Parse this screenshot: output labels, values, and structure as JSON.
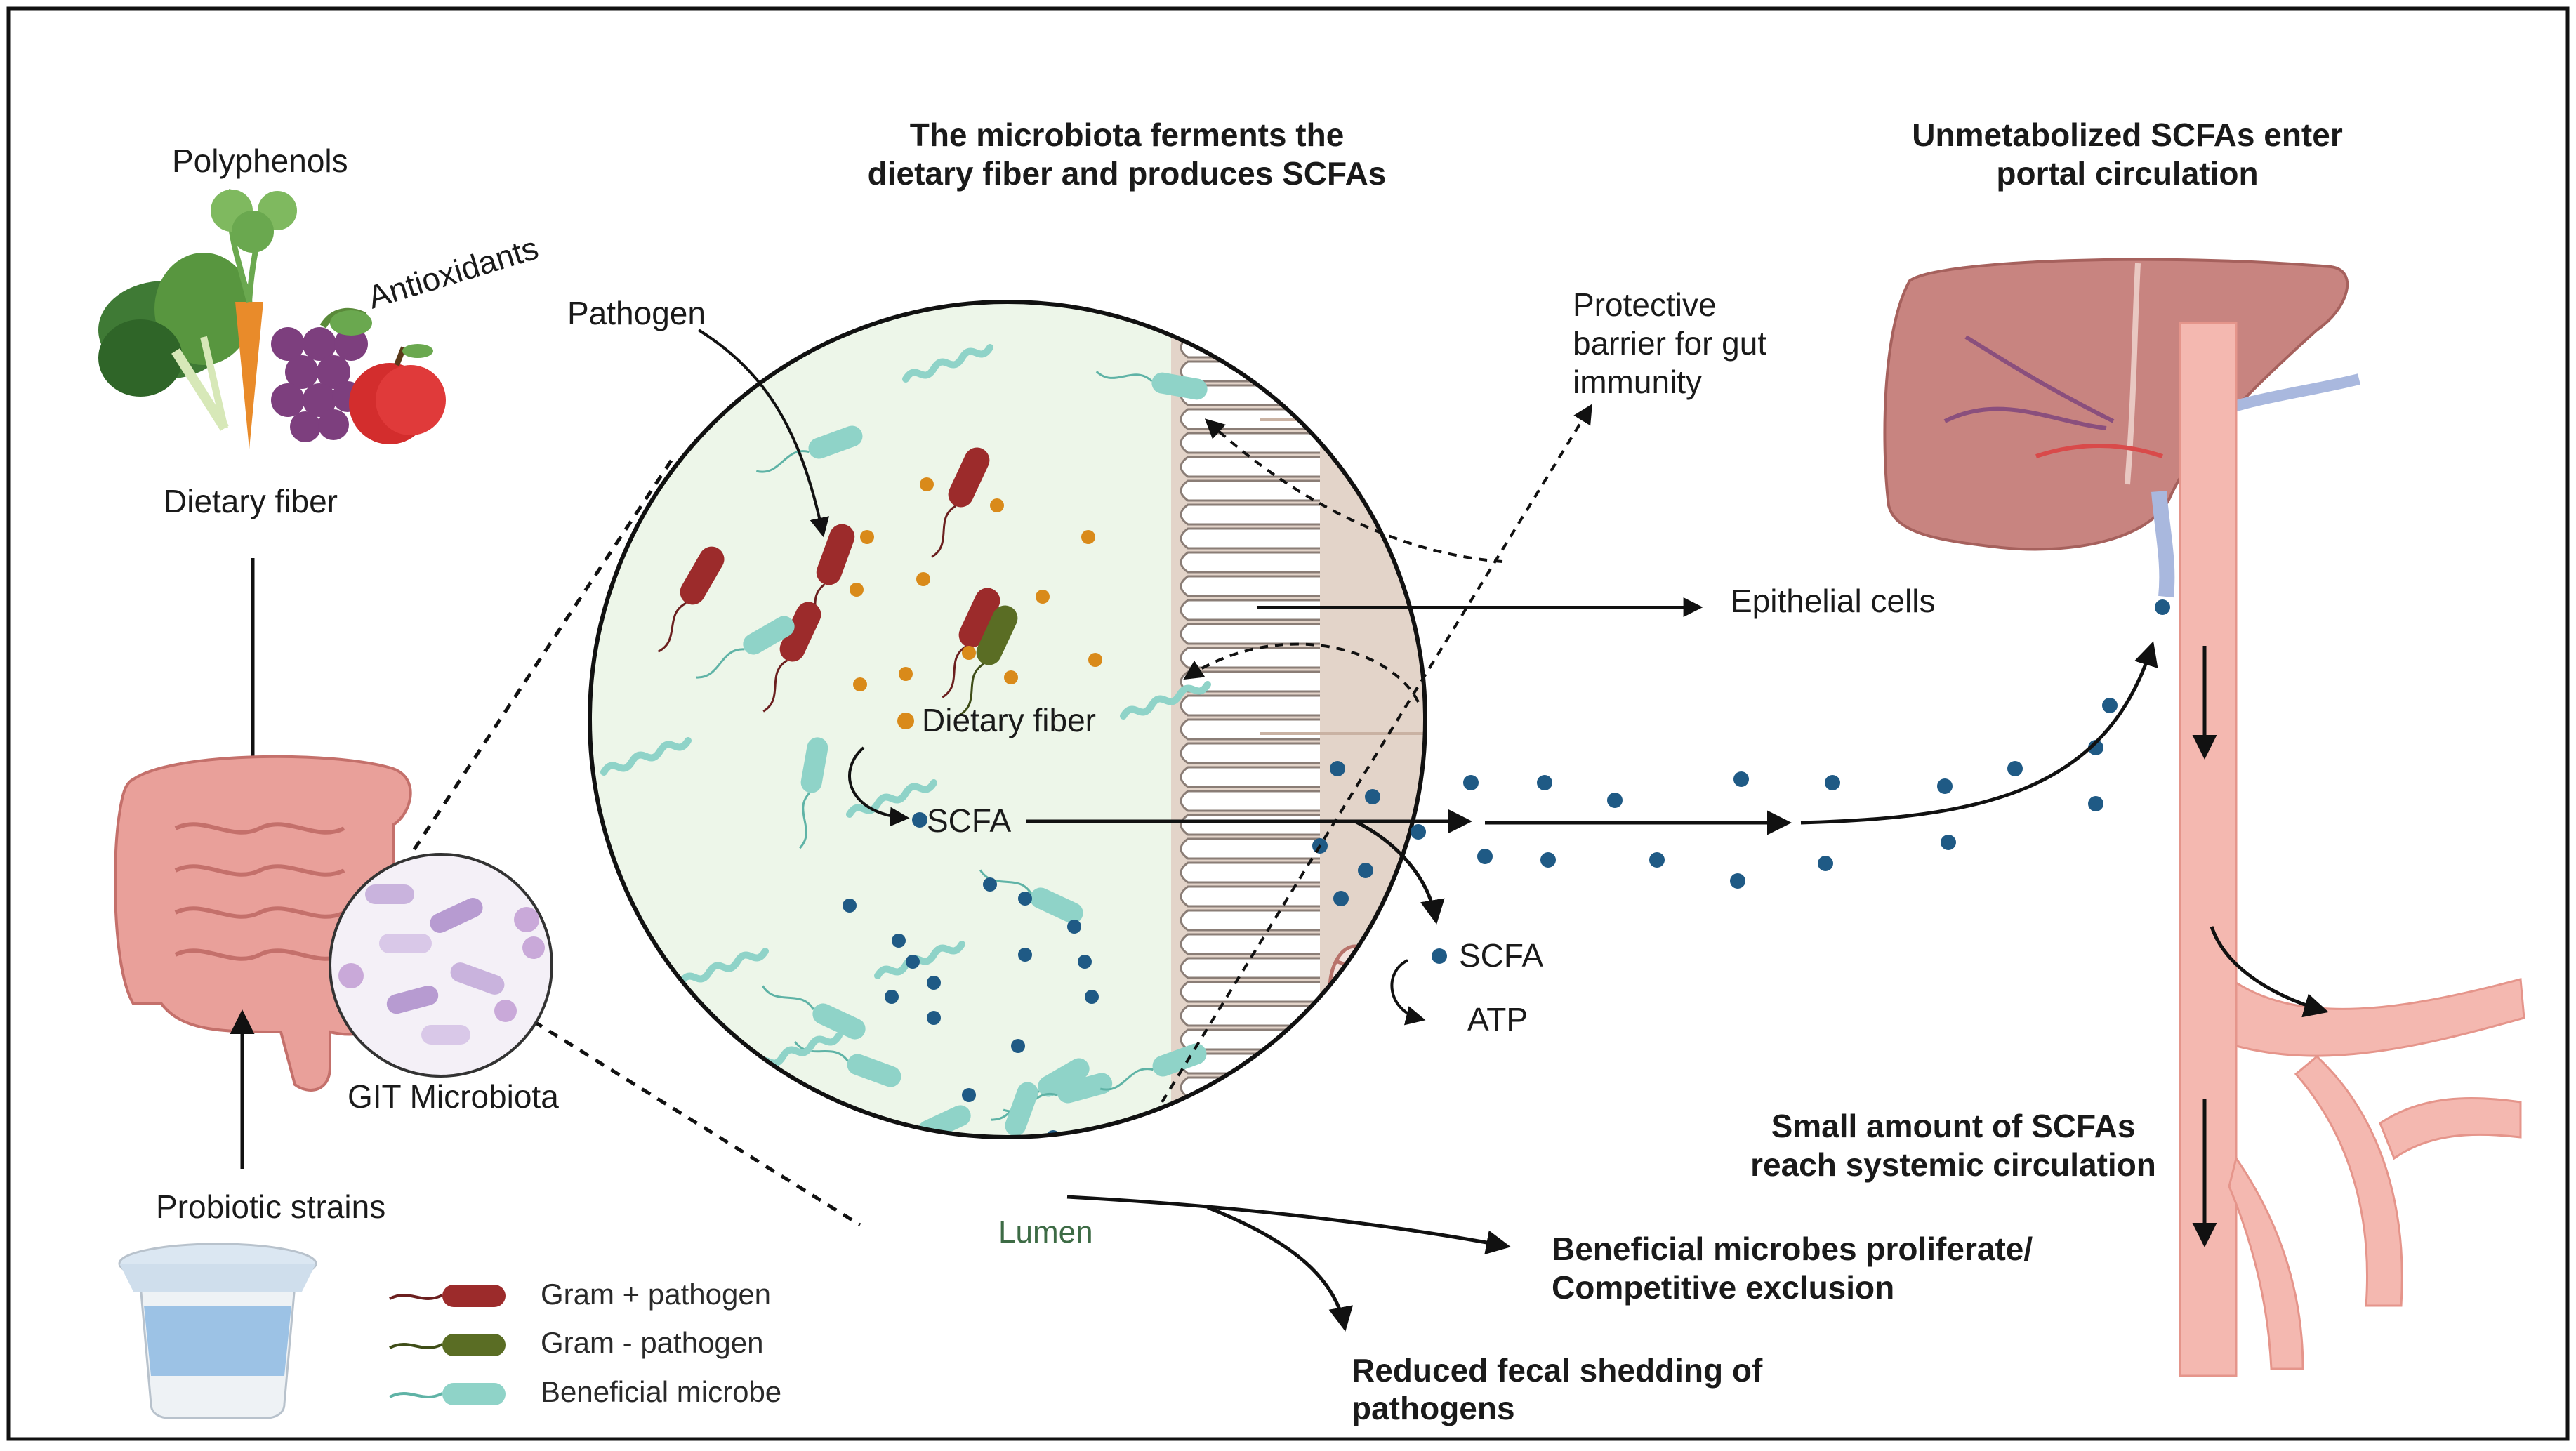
{
  "colors": {
    "gram_positive": "#9c2b2b",
    "gram_negative": "#5a6d24",
    "beneficial": "#8fd3c8",
    "scfa_dot": "#1f5a85",
    "fiber_dot": "#d98a1a",
    "vessel": "#f4b8b0",
    "liver": "#c88480",
    "tissue": "#e3d4c9",
    "lumen_bg": "#edf6e9"
  },
  "labels": {
    "polyphenols": "Polyphenols",
    "antioxidants": "Antioxidants",
    "dietary_fiber_left": "Dietary fiber",
    "git_microbiota": "GIT Microbiota",
    "probiotic_strains": "Probiotic strains",
    "pathogen": "Pathogen",
    "dietary_fiber_circle": "Dietary fiber",
    "scfa_circle": "SCFA",
    "lumen": "Lumen",
    "protective_barrier": [
      "Protective",
      "barrier for gut",
      "immunity"
    ],
    "epithelial_cells": "Epithelial cells",
    "scfa_mito": "SCFA",
    "atp": "ATP"
  },
  "headings": {
    "ferment": [
      "The microbiota ferments the",
      "dietary fiber and produces SCFAs"
    ],
    "portal": [
      "Unmetabolized SCFAs enter",
      "portal circulation"
    ],
    "systemic": [
      "Small amount of SCFAs",
      "reach systemic circulation"
    ],
    "beneficial": [
      "Beneficial microbes proliferate/",
      "Competitive exclusion"
    ],
    "fecal": [
      "Reduced fecal shedding of",
      "pathogens"
    ]
  },
  "legend": {
    "items": [
      {
        "label": "Gram + pathogen",
        "type": "gram_positive"
      },
      {
        "label": "Gram - pathogen",
        "type": "gram_negative"
      },
      {
        "label": "Beneficial microbe",
        "type": "beneficial"
      }
    ]
  }
}
